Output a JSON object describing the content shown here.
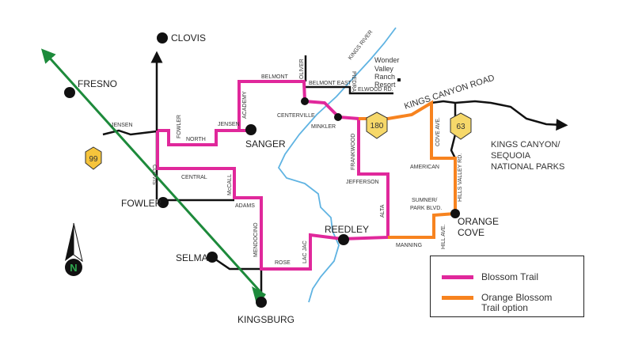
{
  "cities": {
    "fresno": "FRESNO",
    "clovis": "CLOVIS",
    "sanger": "SANGER",
    "fowler": "FOWLER",
    "selma": "SELMA",
    "kingsburg": "KINGSBURG",
    "reedley": "REEDLEY",
    "orange_cove_1": "ORANGE",
    "orange_cove_2": "COVE",
    "centerville": "CENTERVILLE",
    "minkler": "MINKLER"
  },
  "roads": {
    "jensen_west": "JENSEN",
    "jensen_east": "JENSEN",
    "fowler": "FOWLER",
    "north": "NORTH",
    "clovis": "CLOVIS",
    "central": "CENTRAL",
    "mccall": "McCALL",
    "adams": "ADAMS",
    "mendocino": "MENDOCINO",
    "rose": "ROSE",
    "lac_jac": "LAC JAC",
    "academy": "ACADEMY",
    "belmont": "BELMONT",
    "oliver": "OLIVER",
    "belmont_east": "BELMONT EAST",
    "piedra": "PIEDRA",
    "elwood": "ELWOOD RD.",
    "frankwood": "FRANKWOOD",
    "jefferson": "JEFFERSON",
    "alta": "ALTA",
    "manning": "MANNING",
    "hill_ave": "HILL AVE.",
    "sumner_1": "SUMNER/",
    "sumner_2": "PARK BLVD.",
    "american": "AMERICAN",
    "cove_ave": "COVE AVE.",
    "hills_valley": "HILLS VALLEY RD.",
    "kings_canyon_road": "KINGS CANYON ROAD"
  },
  "features": {
    "kings_river": "KINGS RIVER",
    "wonder_valley": [
      "Wonder",
      "Valley",
      "Ranch",
      "Resort"
    ],
    "parks": [
      "KINGS CANYON/",
      "SEQUOIA",
      "NATIONAL PARKS"
    ],
    "north_letter": "N"
  },
  "shields": {
    "hwy99": "99",
    "hwy180": "180",
    "hwy63": "63"
  },
  "legend": {
    "blossom_trail": "Blossom Trail",
    "orange_trail_1": "Orange Blossom",
    "orange_trail_2": "Trail option"
  },
  "colors": {
    "blossom_trail": "#e0289b",
    "orange_trail": "#f7831f",
    "highway_99": "#1d8a3b",
    "river": "#5fb3e2",
    "shield": "#f6d86a"
  }
}
